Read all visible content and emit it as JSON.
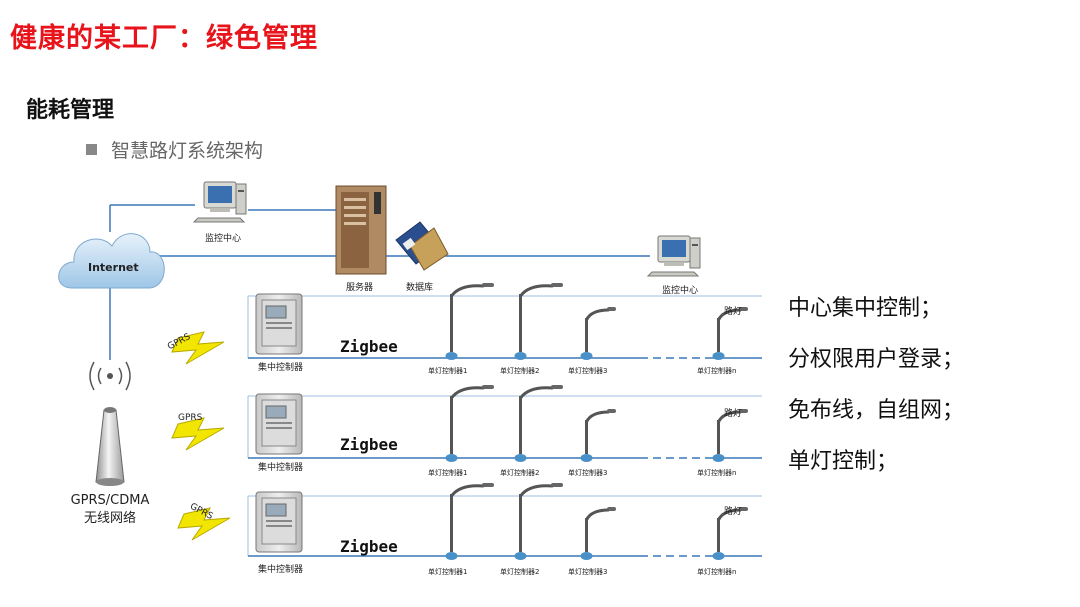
{
  "header": {
    "title": "健康的某工厂：绿色管理"
  },
  "section": {
    "title": "能耗管理"
  },
  "subtitle": {
    "text": "智慧路灯系统架构"
  },
  "diagram": {
    "internet_label": "Internet",
    "monitor_center_label": "监控中心",
    "server_label": "服务器",
    "database_label": "数据库",
    "monitor_center_right_label": "监控中心",
    "wireless_label_line1": "GPRS/CDMA",
    "wireless_label_line2": "无线网络",
    "gprs_label": "GPRS",
    "zigbee_label": "Zigbee",
    "concentrator_label": "集中控制器",
    "streetlight_label": "路灯",
    "lamp_controller_1": "单灯控制器1",
    "lamp_controller_2": "单灯控制器2",
    "lamp_controller_3": "单灯控制器3",
    "lamp_controller_n": "单灯控制器n"
  },
  "features": [
    "中心集中控制；",
    "分权限用户登录；",
    "免布线，自组网；",
    "单灯控制；"
  ],
  "colors": {
    "title": "#e8141b",
    "link_line": "#3a78b8",
    "lightning": "#f2e600"
  }
}
